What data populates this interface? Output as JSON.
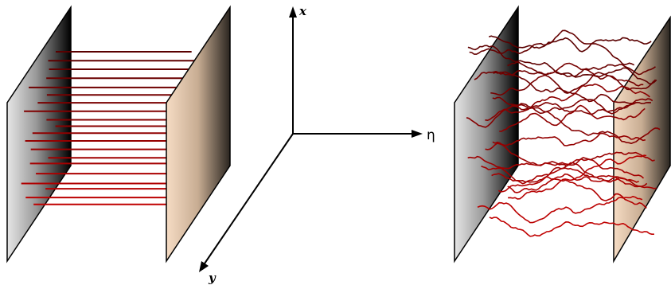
{
  "axes": {
    "x_label": "x",
    "y_label": "y",
    "eta_label": "η"
  },
  "panels": [
    {
      "id": "straight-strands",
      "strand_style": "straight",
      "strand_count": 20
    },
    {
      "id": "wandering-strands",
      "strand_style": "random-walk",
      "strand_count": 22
    }
  ],
  "colors": {
    "strand_dark": "#5a0000",
    "strand_bright": "#c00000",
    "left_plate_light": "#ffffff",
    "left_plate_dark": "#000000",
    "right_plate_light": "#f3d7bd",
    "right_plate_dark": "#000000",
    "plate_edge": "#000000",
    "axis": "#000000"
  }
}
